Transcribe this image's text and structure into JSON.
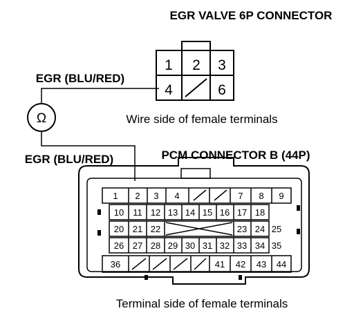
{
  "egr_connector": {
    "title": "EGR VALVE 6P CONNECTOR",
    "caption": "Wire side of female terminals",
    "pins": [
      "1",
      "2",
      "3",
      "4",
      "",
      "6"
    ]
  },
  "wire_labels": {
    "upper": "EGR (BLU/RED)",
    "lower": "EGR (BLU/RED)"
  },
  "meter": {
    "symbol": "Ω"
  },
  "pcm_connector": {
    "title": "PCM CONNECTOR B (44P)",
    "caption": "Terminal side of female terminals",
    "pins": [
      "1",
      "2",
      "3",
      "4",
      "",
      "",
      "7",
      "8",
      "9",
      "10",
      "11",
      "12",
      "13",
      "14",
      "15",
      "16",
      "17",
      "18",
      "",
      "20",
      "21",
      "22",
      "23",
      "24",
      "25",
      "26",
      "27",
      "28",
      "29",
      "30",
      "31",
      "32",
      "33",
      "34",
      "35",
      "36",
      "",
      "",
      "",
      "41",
      "42",
      "43",
      "44"
    ]
  }
}
